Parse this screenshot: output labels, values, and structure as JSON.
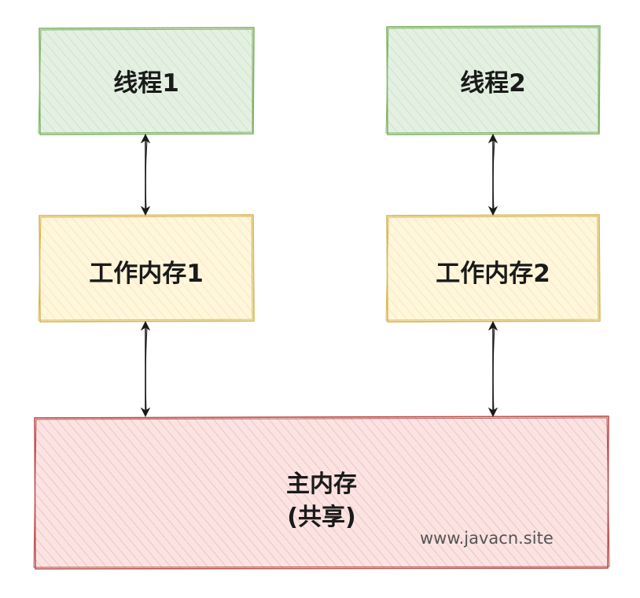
{
  "colors": {
    "thread_fill": "#d5e8d4",
    "thread_stroke": "#82b366",
    "work_fill": "#fff2cc",
    "work_stroke": "#d6b656",
    "main_fill": "#f8cecc",
    "main_stroke": "#b85450",
    "arrow": "#1a1a1a"
  },
  "nodes": {
    "thread1": "线程1",
    "thread2": "线程2",
    "working_memory1": "工作内存1",
    "working_memory2": "工作内存2",
    "main_memory_line1": "主内存",
    "main_memory_line2": "(共享)"
  },
  "watermark": "www.javacn.site"
}
